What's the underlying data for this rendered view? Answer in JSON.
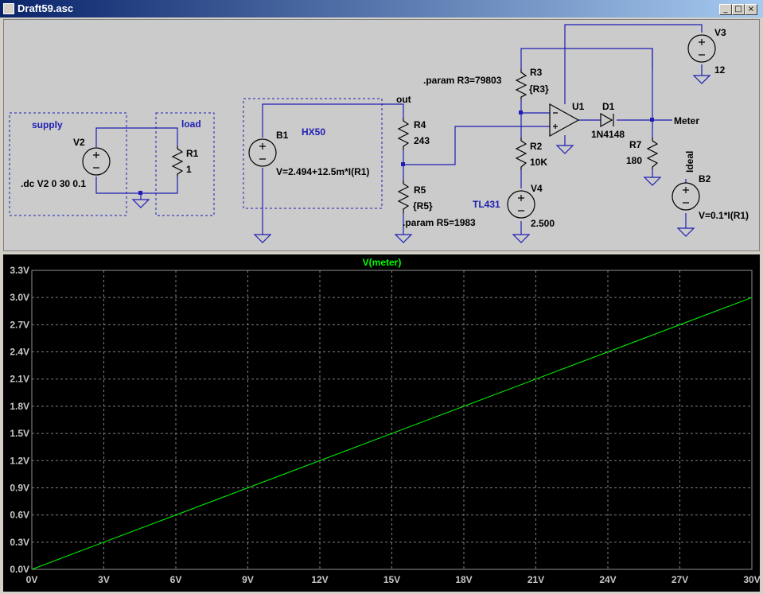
{
  "window": {
    "title": "Draft59.asc",
    "controls": [
      "_",
      "□",
      "×"
    ]
  },
  "schematic": {
    "labels": {
      "supply": "supply",
      "load": "load",
      "hx50": "HX50",
      "tl431": "TL431",
      "ideal": "Ideal",
      "out": "out",
      "meter": "Meter",
      "dc_directive": ".dc V2 0 30 0.1",
      "param_r3": ".param R3=79803",
      "param_r5": ".param R5=1983"
    },
    "components": {
      "V2": {
        "name": "V2"
      },
      "R1": {
        "name": "R1",
        "value": "1"
      },
      "B1": {
        "name": "B1",
        "value": "V=2.494+12.5m*I(R1)"
      },
      "R4": {
        "name": "R4",
        "value": "243"
      },
      "R5": {
        "name": "R5",
        "value": "{R5}"
      },
      "R3": {
        "name": "R3",
        "value": "{R3}"
      },
      "R2": {
        "name": "R2",
        "value": "10K"
      },
      "V4": {
        "name": "V4",
        "value": "2.500"
      },
      "U1": {
        "name": "U1"
      },
      "D1": {
        "name": "D1",
        "value": "1N4148"
      },
      "R7": {
        "name": "R7",
        "value": "180"
      },
      "V3": {
        "name": "V3",
        "value": "12"
      },
      "B2": {
        "name": "B2",
        "value": "V=0.1*I(R1)"
      }
    }
  },
  "chart_data": {
    "type": "line",
    "title": "V(meter)",
    "xlabel": "",
    "ylabel": "",
    "xlim": [
      0,
      30
    ],
    "ylim": [
      0,
      3.3
    ],
    "x_ticks": [
      "0V",
      "3V",
      "6V",
      "9V",
      "12V",
      "15V",
      "18V",
      "21V",
      "24V",
      "27V",
      "30V"
    ],
    "y_ticks": [
      "0.0V",
      "0.3V",
      "0.6V",
      "0.9V",
      "1.2V",
      "1.5V",
      "1.8V",
      "2.1V",
      "2.4V",
      "2.7V",
      "3.0V",
      "3.3V"
    ],
    "grid": true,
    "series": [
      {
        "name": "V(meter)",
        "color": "#00ff00",
        "x": [
          0,
          30
        ],
        "y": [
          0,
          3.0
        ]
      }
    ]
  }
}
